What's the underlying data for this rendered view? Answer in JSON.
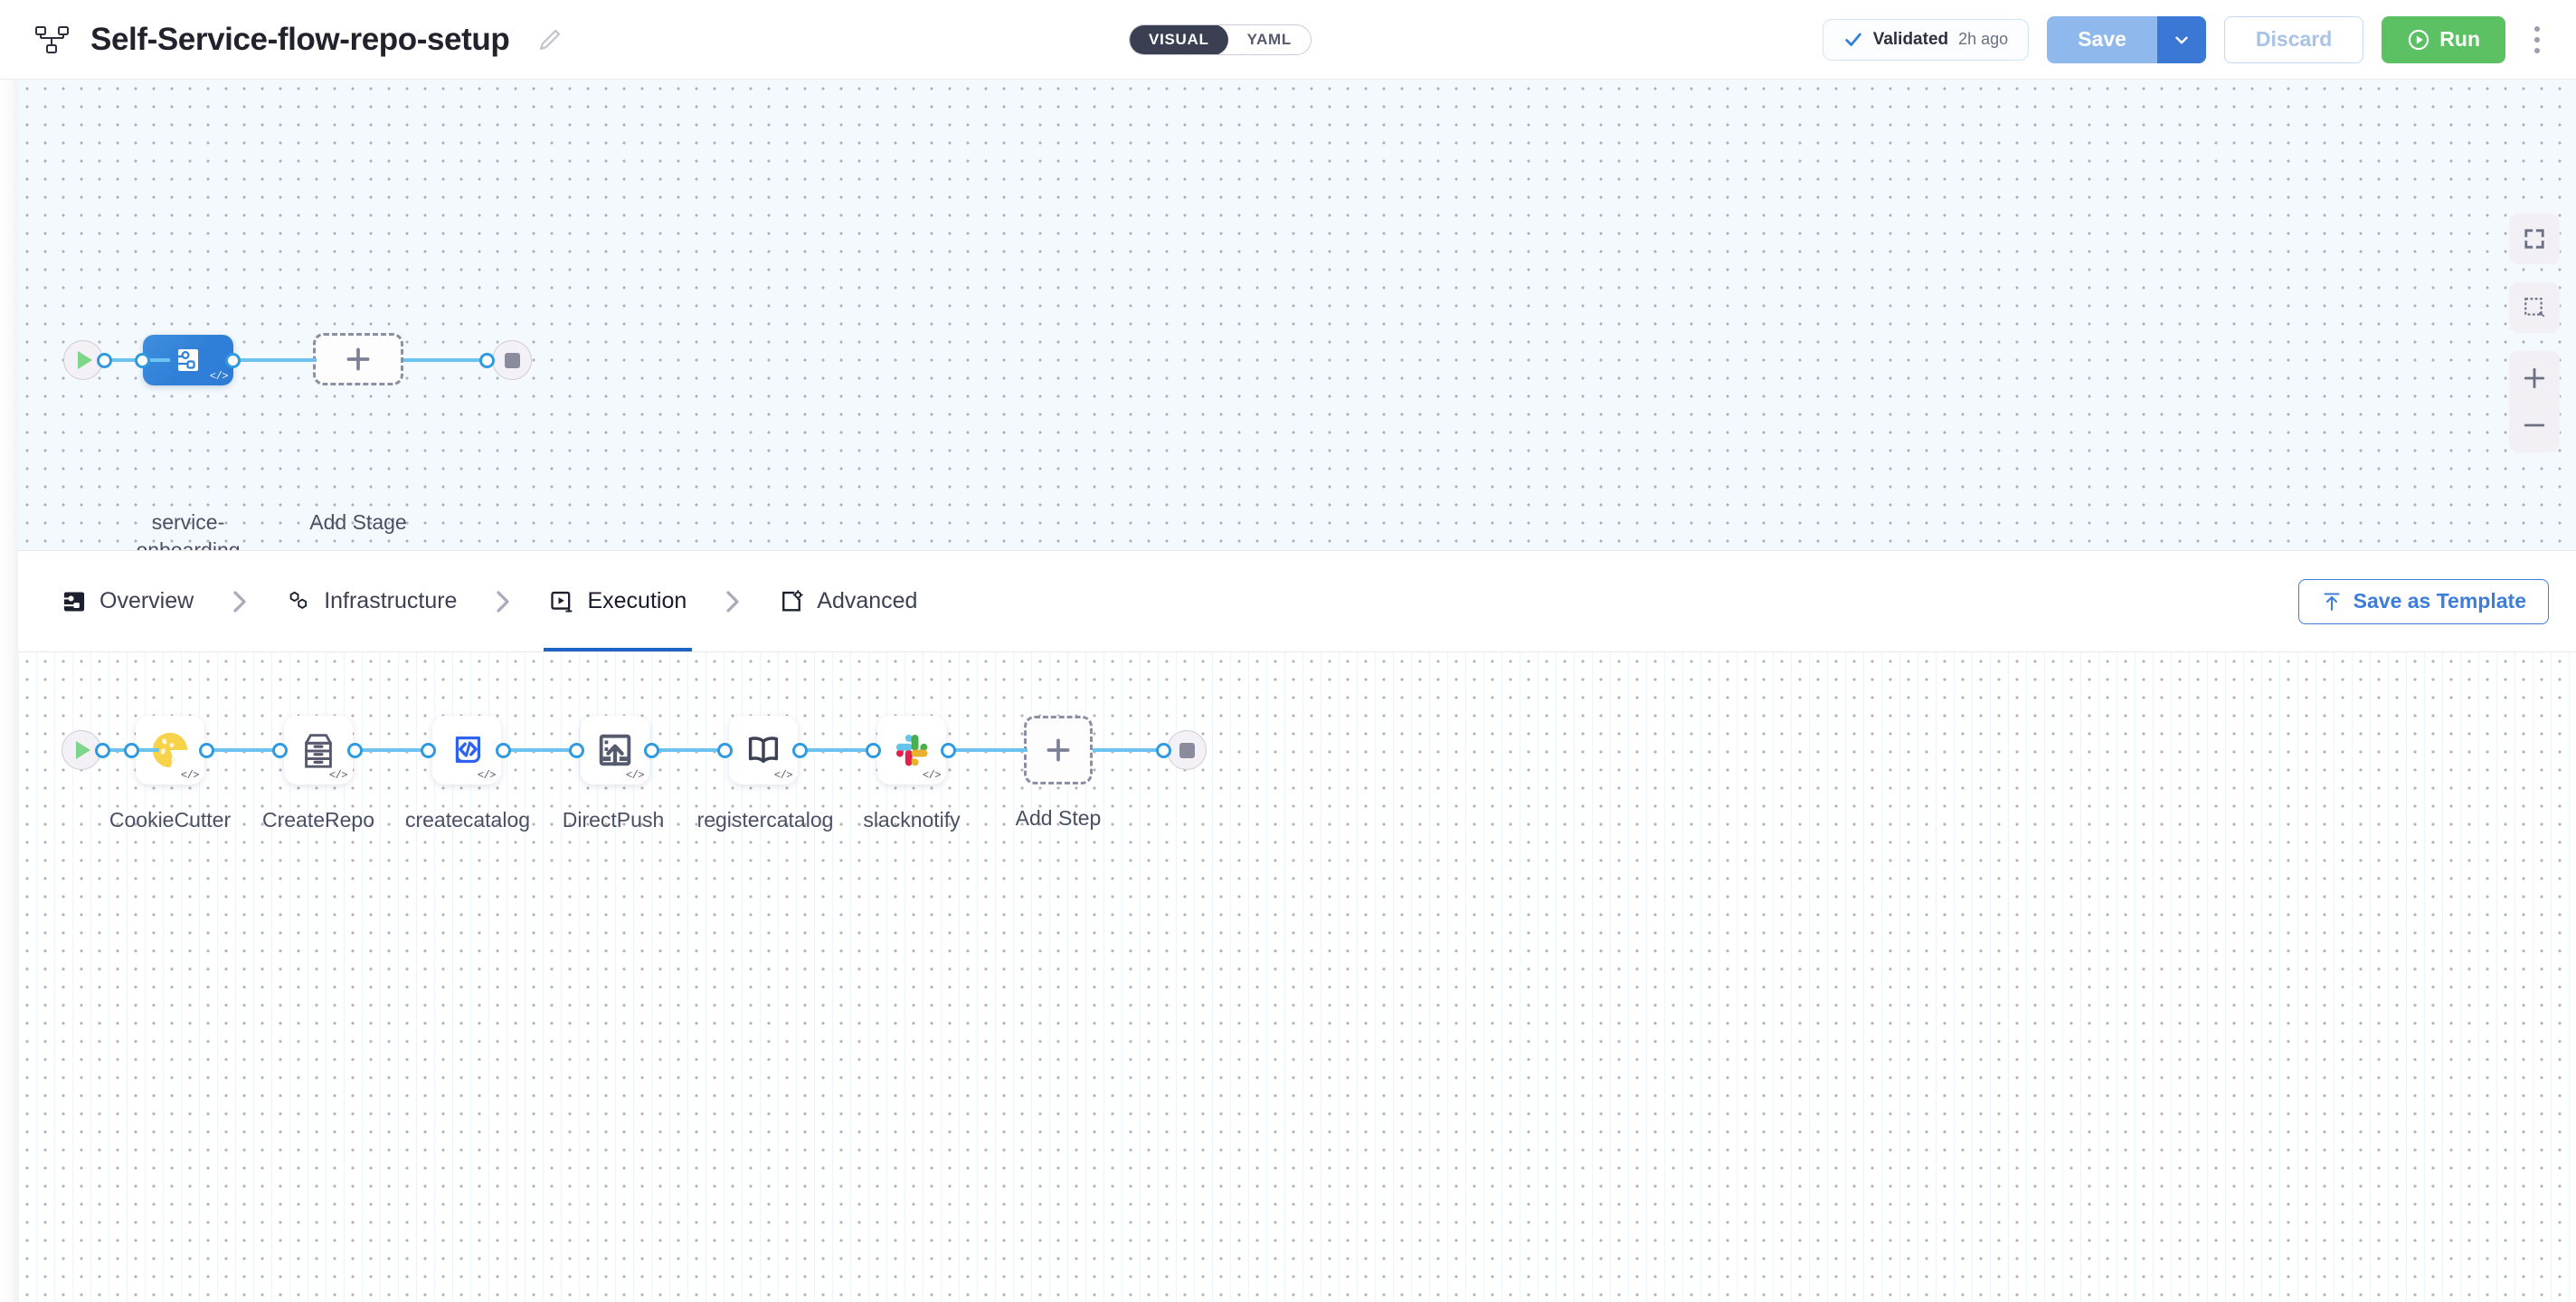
{
  "header": {
    "pipeline_icon": "pipeline-nodes-icon",
    "title": "Self-Service-flow-repo-setup",
    "edit_icon": "pencil-icon",
    "view_toggle": {
      "options": [
        "VISUAL",
        "YAML"
      ],
      "selected": "VISUAL"
    },
    "validation": {
      "icon": "check-icon",
      "label": "Validated",
      "time": "2h ago"
    },
    "save_label": "Save",
    "save_caret_icon": "chevron-down-icon",
    "discard_label": "Discard",
    "run_label": "Run",
    "run_icon": "play-circle-icon",
    "more_icon": "kebab-menu-icon"
  },
  "stage_canvas": {
    "start_node": {
      "icon": "play-icon",
      "name": "start"
    },
    "end_node": {
      "icon": "stop-icon",
      "name": "end"
    },
    "stages": [
      {
        "label": "service-\nonboarding",
        "icon": "stage-flow-icon",
        "badge": "</>",
        "selected": true
      }
    ],
    "add_stage_label": "Add Stage",
    "add_stage_icon": "plus-icon"
  },
  "canvas_controls": [
    {
      "name": "fit-to-screen-button",
      "icon": "expand-icon"
    },
    {
      "name": "selection-box-button",
      "icon": "marquee-select-icon"
    },
    {
      "name": "zoom-in-button",
      "icon": "plus-icon"
    },
    {
      "name": "zoom-out-button",
      "icon": "minus-icon"
    }
  ],
  "tabbar": {
    "tabs": [
      {
        "label": "Overview",
        "icon": "overview-icon",
        "active": false
      },
      {
        "label": "Infrastructure",
        "icon": "infrastructure-icon",
        "active": false
      },
      {
        "label": "Execution",
        "icon": "execution-icon",
        "active": true
      },
      {
        "label": "Advanced",
        "icon": "advanced-gear-icon",
        "active": false
      }
    ],
    "separator_icon": "chevron-right-icon",
    "save_template_label": "Save as Template",
    "save_template_icon": "upload-template-icon"
  },
  "execution_canvas": {
    "start_node": {
      "icon": "play-icon",
      "name": "start"
    },
    "end_node": {
      "icon": "stop-icon",
      "name": "end"
    },
    "steps": [
      {
        "label": "CookieCutter",
        "icon": "cookie-icon",
        "badge": "</>"
      },
      {
        "label": "CreateRepo",
        "icon": "archive-drawer-icon",
        "badge": "</>"
      },
      {
        "label": "createcatalog",
        "icon": "code-document-icon",
        "badge": "</>"
      },
      {
        "label": "DirectPush",
        "icon": "upload-push-icon",
        "badge": "</>"
      },
      {
        "label": "registercatalog",
        "icon": "open-book-icon",
        "badge": "</>"
      },
      {
        "label": "slacknotify",
        "icon": "slack-icon",
        "badge": "</>"
      }
    ],
    "add_step_label": "Add Step",
    "add_step_icon": "plus-icon"
  },
  "colors": {
    "accent_blue": "#1f63c7",
    "link_blue": "#6cc3ef",
    "port_blue": "#2f9ae0",
    "stage_blue": "#2f7fd8",
    "run_green": "#5cc163",
    "save_blue": "#8fb8ec",
    "save_caret_blue": "#3b77d4",
    "canvas_top_bg": "#f3f9fc",
    "canvas_bottom_bg": "#ffffff"
  }
}
